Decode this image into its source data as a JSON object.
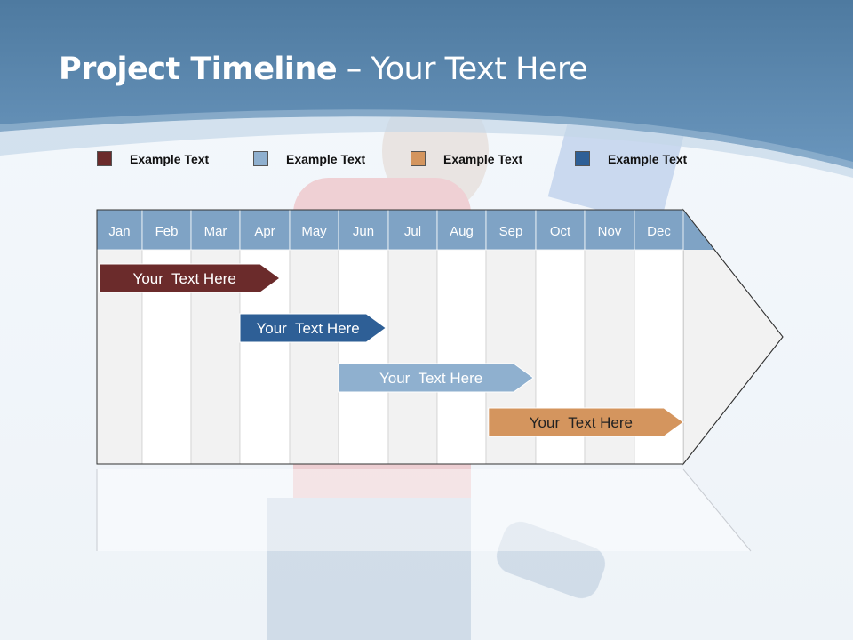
{
  "slide": {
    "title_bold": "Project Timeline",
    "title_rest": " – Your Text Here"
  },
  "legend": [
    {
      "label": "Example Text",
      "color": "#6b2b2b"
    },
    {
      "label": "Example Text",
      "color": "#8fb0cf"
    },
    {
      "label": "Example Text",
      "color": "#d4955e"
    },
    {
      "label": "Example Text",
      "color": "#2e5f96"
    }
  ],
  "timeline": {
    "months": [
      "Jan",
      "Feb",
      "Mar",
      "Apr",
      "May",
      "Jun",
      "Jul",
      "Aug",
      "Sep",
      "Oct",
      "Nov",
      "Dec"
    ],
    "bars": [
      {
        "label": "Your  Text Here",
        "start_month": 0.05,
        "end_month": 3.8,
        "color": "#6b2b2b",
        "text_color": "#ffffff"
      },
      {
        "label": "Your  Text Here",
        "start_month": 3.0,
        "end_month": 5.95,
        "color": "#2e5f96",
        "text_color": "#ffffff"
      },
      {
        "label": "Your  Text Here",
        "start_month": 5.0,
        "end_month": 8.95,
        "color": "#8fb0cf",
        "text_color": "#ffffff"
      },
      {
        "label": "Your  Text Here",
        "start_month": 8.05,
        "end_month": 12.0,
        "color": "#d4955e",
        "text_color": "#222222"
      }
    ]
  }
}
